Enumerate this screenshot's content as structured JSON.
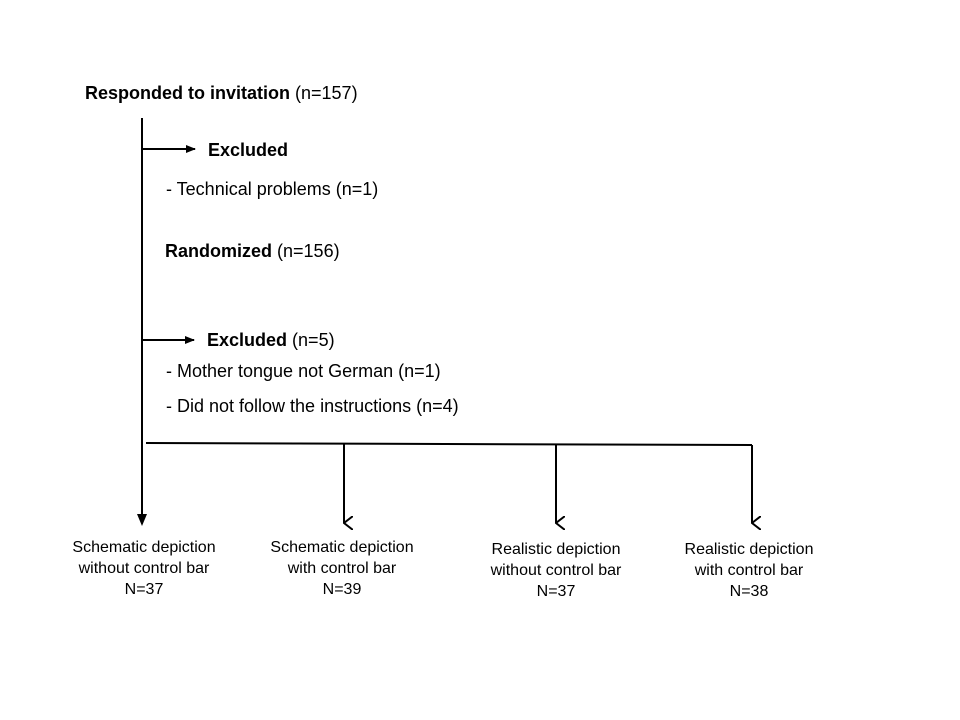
{
  "top": {
    "label": "Responded to invitation",
    "count": "(n=157)"
  },
  "excluded1": {
    "label": "Excluded",
    "reason": "-  Technical problems  (n=1)"
  },
  "randomized": {
    "label": "Randomized",
    "count": "(n=156)"
  },
  "excluded2": {
    "label": "Excluded",
    "count": "(n=5)",
    "reasons": [
      "-  Mother tongue  not German  (n=1)",
      "-  Did not follow the instructions  (n=4)"
    ]
  },
  "groups": [
    {
      "line1": "Schematic depiction",
      "line2": "without control bar",
      "n": "N=37"
    },
    {
      "line1": "Schematic depiction",
      "line2": "with control bar",
      "n": "N=39"
    },
    {
      "line1": "Realistic depiction",
      "line2": "without control bar",
      "n": "N=37"
    },
    {
      "line1": "Realistic depiction",
      "line2": "with control bar",
      "n": "N=38"
    }
  ]
}
